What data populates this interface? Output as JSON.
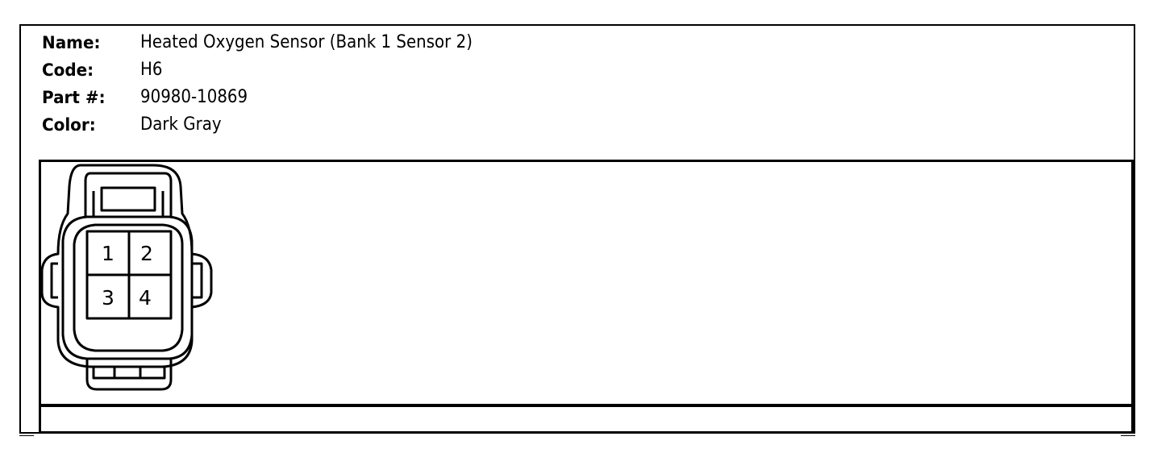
{
  "fields": {
    "name_label": "Name:",
    "name_value": "Heated Oxygen Sensor (Bank 1 Sensor 2)",
    "code_label": "Code:",
    "code_value": "H6",
    "part_label": "Part #:",
    "part_value": "90980-10869",
    "color_label": "Color:",
    "color_value": "Dark Gray"
  },
  "connector": {
    "pins": [
      "1",
      "2",
      "3",
      "4"
    ]
  }
}
